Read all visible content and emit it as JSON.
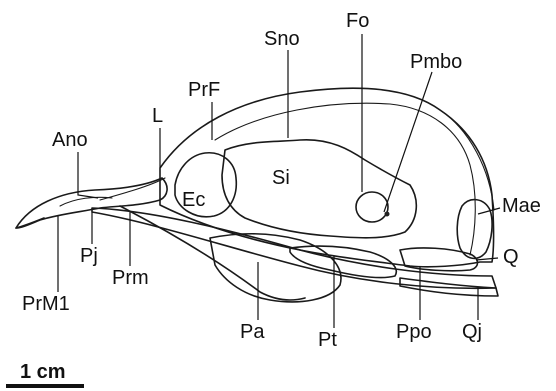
{
  "figure": {
    "labels": {
      "sno": "Sno",
      "fo": "Fo",
      "prf": "PrF",
      "pmbo": "Pmbo",
      "l": "L",
      "ano": "Ano",
      "ec": "Ec",
      "si": "Si",
      "mae": "Mae",
      "pj": "Pj",
      "q": "Q",
      "prm": "Prm",
      "prm1": "PrM1",
      "pa": "Pa",
      "pt": "Pt",
      "ppo": "Ppo",
      "qj": "Qj"
    },
    "scale_bar": {
      "label": "1 cm"
    }
  }
}
